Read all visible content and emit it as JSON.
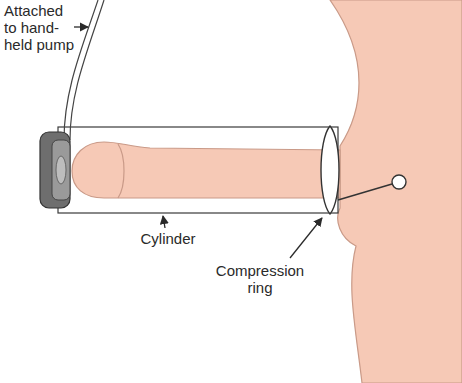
{
  "diagram": {
    "labels": [
      "Attached to hand-held pump",
      "Cylinder",
      "Compression ring"
    ]
  }
}
